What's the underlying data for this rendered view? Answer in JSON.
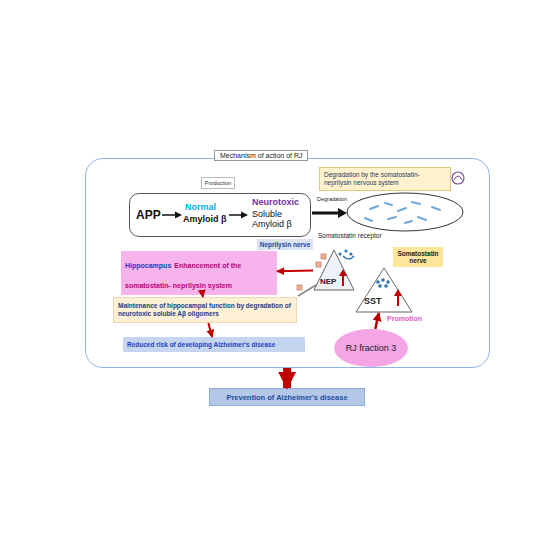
{
  "diagram": {
    "nodes": [
      {
        "text": [
          "Mechanism of action of RJ"
        ]
      },
      {
        "text": [
          "Production"
        ],
        "in": 0
      },
      {
        "text": [
          "APP",
          "Normal",
          "Amyloid β",
          "Neurotoxic",
          "Soluble Amyloid β"
        ],
        "in": 0
      },
      {
        "text": [
          "Degradation by the somatostatin-neprilysin nervous system"
        ],
        "in": 0
      },
      {
        "text": [
          "Neprilysin nerve"
        ],
        "in": 0
      },
      {
        "text": [
          "Hippocampus",
          "Enhancement of the somatostatin- neprilysin system"
        ],
        "in": 0
      },
      {
        "text": [
          "NEP"
        ],
        "in": 0
      },
      {
        "text": [
          "Somatostatin nerve"
        ],
        "in": 0
      },
      {
        "text": [
          "SST"
        ],
        "in": 0
      },
      {
        "text": [
          "Maintenance of hippocampal function by degradation of neurotoxic soluble Aβ oligomers"
        ],
        "in": 0
      },
      {
        "text": [
          "RJ fraction 3"
        ],
        "in": 0
      },
      {
        "text": [
          "Reduced risk of developing Alzheimer's disease"
        ],
        "in": 0
      },
      {
        "text": [
          "Prevention of Alzheimer's disease"
        ]
      }
    ],
    "edges": [
      {
        "from": 6,
        "to": 5,
        "arrow": "to"
      },
      {
        "from": 5,
        "to": 9,
        "arrow": "to"
      },
      {
        "from": 9,
        "to": 11,
        "arrow": "to"
      },
      {
        "from": 0,
        "to": 12,
        "arrow": "to"
      },
      {
        "from": 10,
        "to": 8,
        "label": "Promotion",
        "arrow": "to"
      },
      {
        "from": 8,
        "to": 6,
        "arrow": "none"
      }
    ],
    "labels": [
      "Degradation",
      "Somatostatin receptor"
    ]
  }
}
